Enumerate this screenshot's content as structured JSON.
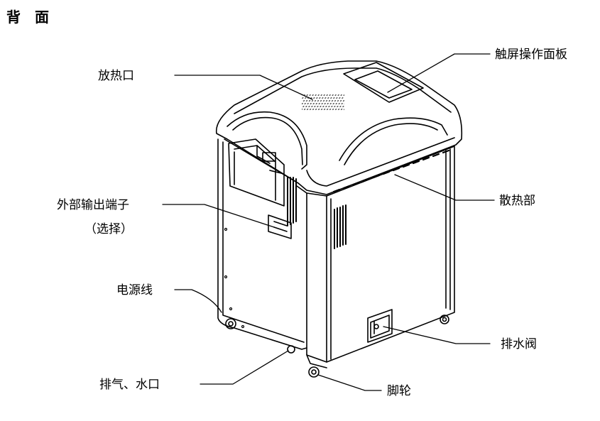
{
  "title": "背　面",
  "labels": {
    "heat_vent": "放热口",
    "touch_panel": "触屏操作面板",
    "heat_sink": "散热部",
    "ext_terminal_line1": "外部输出端子",
    "ext_terminal_line2": "（选择）",
    "power_cord": "电源线",
    "exhaust_water": "排气、水口",
    "drain_valve": "排水阀",
    "caster": "脚轮"
  }
}
